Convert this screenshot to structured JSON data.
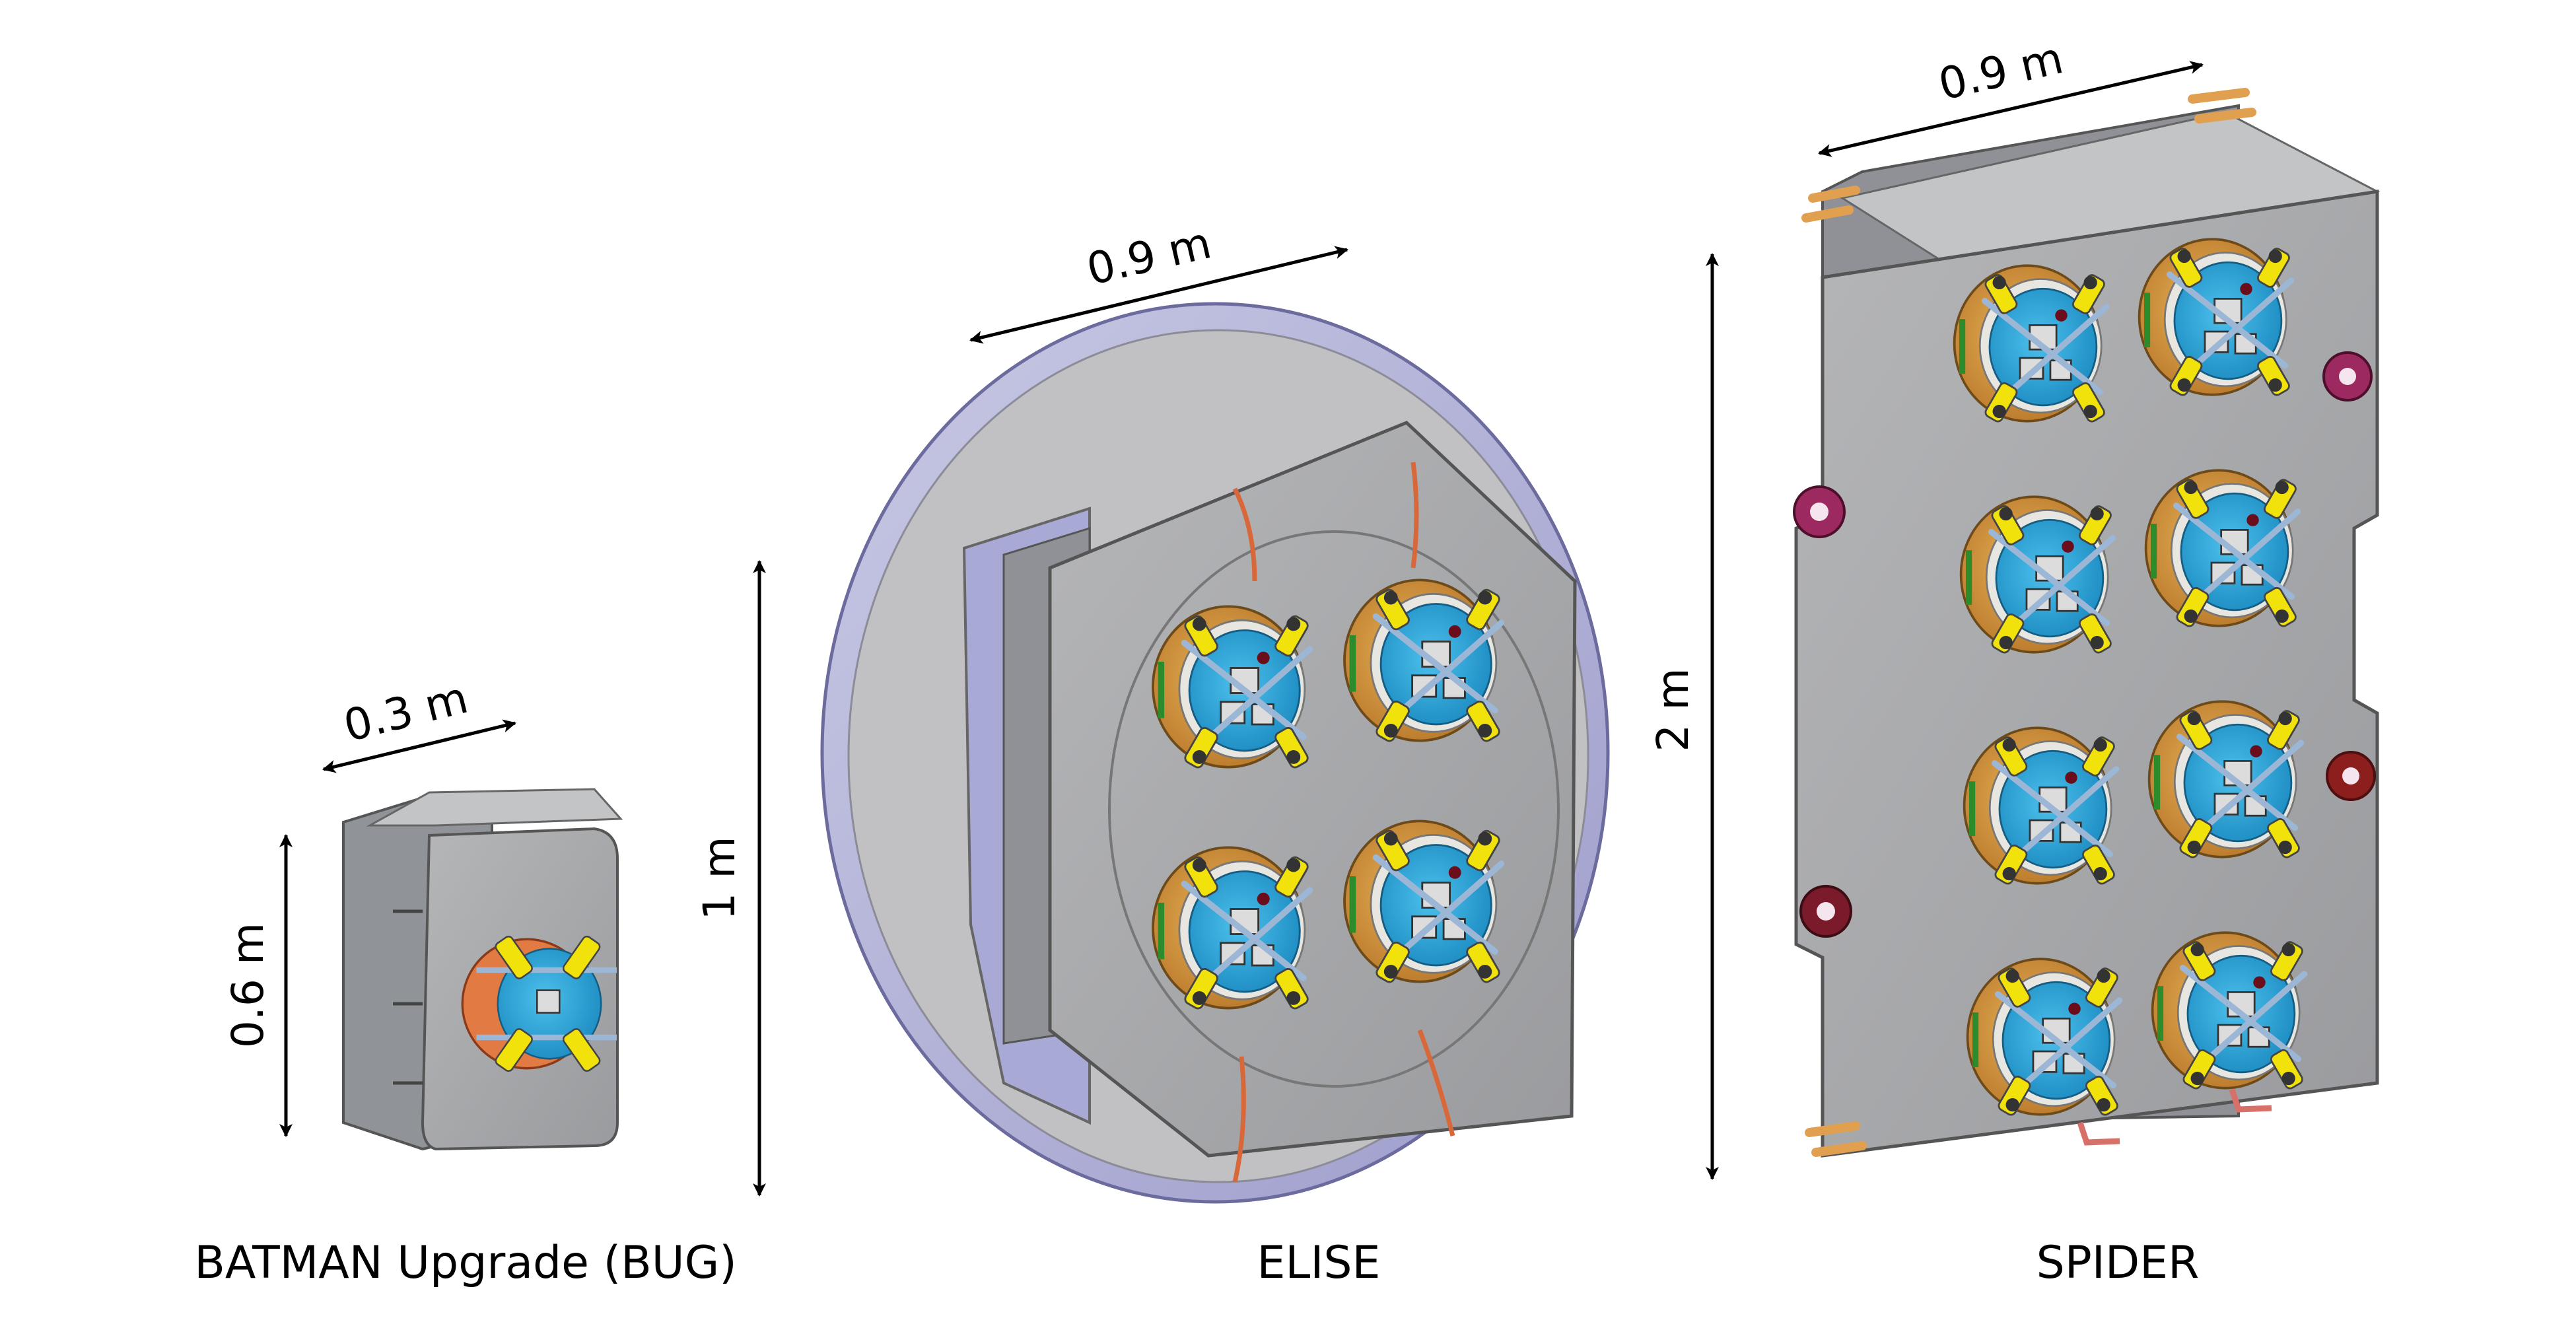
{
  "figure": {
    "sources": [
      {
        "id": "bug",
        "caption": "BATMAN Upgrade (BUG)",
        "width_label": "0.3 m",
        "height_label": "0.6 m",
        "beamlet_groups": 1
      },
      {
        "id": "elise",
        "caption": "ELISE",
        "width_label": "0.9 m",
        "height_label": "1 m",
        "beamlet_groups": 4
      },
      {
        "id": "spider",
        "caption": "SPIDER",
        "width_label": "0.9 m",
        "height_label": "2 m",
        "beamlet_groups": 8
      }
    ],
    "colors": {
      "plate_gray": "#a9aaac",
      "plate_dark": "#7f8184",
      "lavender": "#a9a9d6",
      "cup_orange": "#d49a3c",
      "disk_blue": "#2ba7dc",
      "yellow_clamp": "#f2e20c",
      "copper": "#d8683a",
      "magenta_flange": "#9c2a60"
    }
  }
}
